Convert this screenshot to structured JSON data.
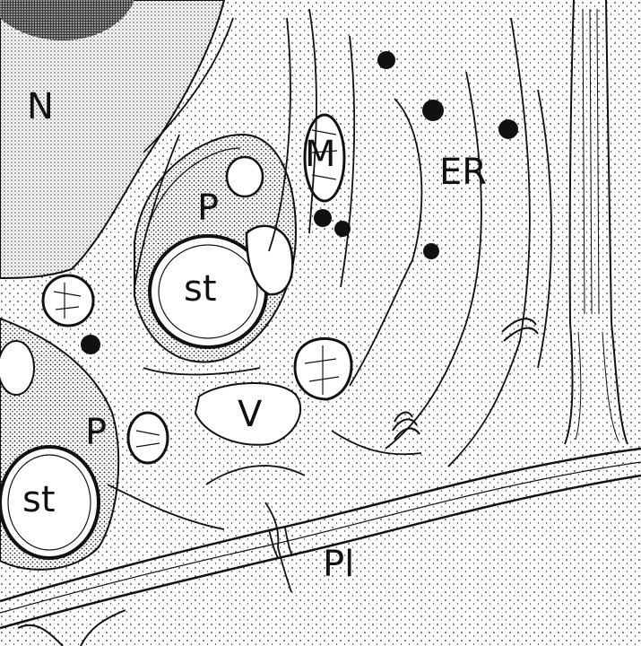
{
  "labels": {
    "nucleus": "N",
    "mitochondrion": "M",
    "endoplasmic_reticulum": "ER",
    "plastid_upper": "P",
    "plastid_lower": "P",
    "starch_upper": "st",
    "starch_lower": "st",
    "vacuole": "V",
    "plasmodesma": "Pl"
  },
  "colors": {
    "ink": "#111111",
    "paper": "#ffffff",
    "stipple": "#2a2a2a"
  }
}
